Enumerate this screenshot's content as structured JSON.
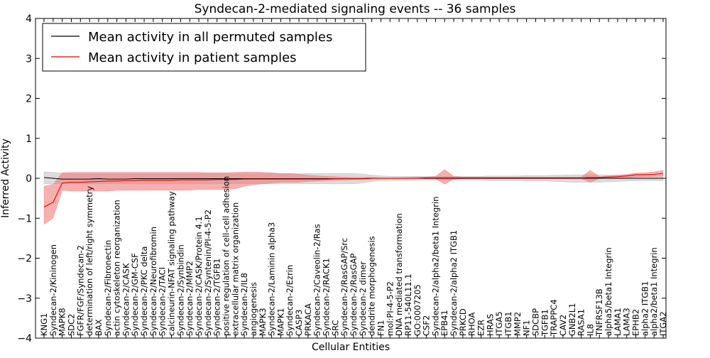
{
  "chart_data": {
    "type": "line",
    "title": "Syndecan-2-mediated signaling events -- 36 samples",
    "xlabel": "Cellular Entities",
    "ylabel": "Inferred Activity",
    "ylim": [
      -4,
      4
    ],
    "yticks": [
      -4,
      -3,
      -2,
      -1,
      0,
      1,
      2,
      3,
      4
    ],
    "grid": false,
    "legend_position": "top-left",
    "categories": [
      "KNG1",
      "Syndecan-2/Kininogen",
      "MAPK8",
      "SDC2",
      "FGFR/FGF/Syndecan-2",
      "determination of left/right symmetry",
      "BAX",
      "Syndecan-2/Fibronectin",
      "actin cytoskeleton reorganization",
      "Syndecan-2/CASK",
      "Syndecan-2/GM-CSF",
      "Syndecan-2/PKC delta",
      "Syndecan-2/Neurofibromin",
      "Syndecan-2/TACI",
      "calcineurin-NFAT signaling pathway",
      "Syndecan-2/Synbindin",
      "Syndecan-2/MMP2",
      "Syndecan-2/CASK/Protein 4.1",
      "Syndecan-2/Syntenin/PI-4-5-P2",
      "Syndecan-2/TGFB1",
      "positive regulation of cell-cell adhesion",
      "extracellular matrix organization",
      "Syndecan-2/IL8",
      "angiogenesis",
      "MAPK3",
      "Syndecan-2/Laminin alpha3",
      "MAPK1",
      "Syndecan-2/Ezrin",
      "CASP3",
      "PRKACA",
      "Syndecan-2/Caveolin-2/Ras",
      "Syndecan-2/RACK1",
      "SRC",
      "Syndecan-2/RasGAP/Src",
      "Syndecan-2/RasGAP",
      "Syndecan-2 dimer",
      "dendrite morphogenesis",
      "FN1",
      "mol:PI-4-5-P2",
      "DNA mediated transformation",
      "RP11-540L11.1",
      "GO:0007205",
      "CSF2",
      "Syndecan-2/alpha2/beta1 Integrin",
      "EPB41",
      "Syndecan-2/alpha2 ITGB1",
      "PRKCD",
      "RHOA",
      "EZR",
      "HRAS",
      "ITGA5",
      "ITGB1",
      "MMP2",
      "NF1",
      "SDCBP",
      "TGFB1",
      "TRAPPC4",
      "CAV2",
      "GNB2L1",
      "RASA1",
      "IL8",
      "TNFRSF13B",
      "alpha5/beta1 Integrin",
      "LAMA1",
      "LAMA3",
      "EPHB2",
      "alpha2 ITGB1",
      "alpha2/beta1 Integrin",
      "ITGA2"
    ],
    "series": [
      {
        "name": "Mean activity in all permuted samples",
        "color": "#000000",
        "band_color": "#b0b0b0",
        "values": [
          0.02,
          0.0,
          -0.02,
          -0.02,
          -0.02,
          -0.02,
          -0.01,
          -0.02,
          -0.02,
          -0.02,
          -0.01,
          -0.01,
          -0.01,
          -0.01,
          -0.01,
          -0.01,
          -0.01,
          -0.01,
          -0.01,
          -0.01,
          -0.01,
          -0.01,
          -0.01,
          -0.01,
          -0.01,
          -0.01,
          -0.01,
          -0.01,
          -0.01,
          -0.01,
          -0.01,
          -0.01,
          -0.01,
          -0.01,
          -0.01,
          -0.01,
          0.0,
          0.0,
          0.0,
          0.0,
          0.0,
          0.0,
          0.0,
          0.0,
          0.0,
          0.0,
          0.0,
          0.0,
          0.0,
          0.0,
          0.0,
          0.0,
          0.0,
          0.0,
          0.0,
          0.0,
          0.0,
          0.0,
          0.0,
          0.0,
          0.0,
          0.0,
          0.0,
          0.0,
          0.0,
          0.0,
          0.0,
          0.0,
          0.0
        ],
        "lower": [
          -0.14,
          -0.14,
          -0.14,
          -0.14,
          -0.14,
          -0.14,
          -0.14,
          -0.14,
          -0.14,
          -0.14,
          -0.14,
          -0.14,
          -0.14,
          -0.14,
          -0.14,
          -0.14,
          -0.14,
          -0.14,
          -0.14,
          -0.14,
          -0.14,
          -0.14,
          -0.14,
          -0.14,
          -0.14,
          -0.14,
          -0.14,
          -0.14,
          -0.14,
          -0.14,
          -0.14,
          -0.14,
          -0.14,
          -0.14,
          -0.14,
          -0.12,
          -0.08,
          -0.06,
          -0.05,
          -0.05,
          -0.05,
          -0.05,
          -0.05,
          -0.05,
          -0.05,
          -0.05,
          -0.05,
          -0.05,
          -0.05,
          -0.06,
          -0.06,
          -0.06,
          -0.06,
          -0.07,
          -0.07,
          -0.07,
          -0.08,
          -0.09,
          -0.1,
          -0.1,
          -0.1,
          -0.1,
          -0.09,
          -0.08,
          -0.07,
          -0.06,
          -0.06,
          -0.06,
          -0.06
        ],
        "upper": [
          0.16,
          0.15,
          0.13,
          0.12,
          0.12,
          0.12,
          0.12,
          0.12,
          0.12,
          0.12,
          0.12,
          0.12,
          0.12,
          0.12,
          0.12,
          0.12,
          0.12,
          0.12,
          0.12,
          0.12,
          0.12,
          0.12,
          0.12,
          0.12,
          0.12,
          0.12,
          0.12,
          0.12,
          0.12,
          0.12,
          0.12,
          0.12,
          0.12,
          0.12,
          0.12,
          0.11,
          0.08,
          0.06,
          0.05,
          0.05,
          0.05,
          0.05,
          0.05,
          0.05,
          0.05,
          0.05,
          0.05,
          0.05,
          0.05,
          0.06,
          0.06,
          0.06,
          0.06,
          0.07,
          0.07,
          0.07,
          0.08,
          0.08,
          0.09,
          0.09,
          0.09,
          0.09,
          0.08,
          0.08,
          0.07,
          0.06,
          0.06,
          0.06,
          0.06
        ]
      },
      {
        "name": "Mean activity in patient samples",
        "color": "#dd0000",
        "band_color": "#f07070",
        "values": [
          -0.72,
          -0.6,
          -0.12,
          -0.1,
          -0.1,
          -0.09,
          -0.08,
          -0.07,
          -0.07,
          -0.06,
          -0.06,
          -0.05,
          -0.05,
          -0.05,
          -0.05,
          -0.04,
          -0.04,
          -0.04,
          -0.04,
          -0.03,
          -0.03,
          -0.03,
          -0.02,
          -0.02,
          -0.02,
          -0.02,
          -0.02,
          -0.02,
          -0.02,
          -0.02,
          -0.02,
          -0.02,
          -0.01,
          -0.01,
          -0.01,
          -0.01,
          0.0,
          0.0,
          0.0,
          0.0,
          0.0,
          0.0,
          0.01,
          0.01,
          0.01,
          0.01,
          0.01,
          0.01,
          0.01,
          0.01,
          0.01,
          0.01,
          0.01,
          0.01,
          0.01,
          0.01,
          0.01,
          0.01,
          0.01,
          0.01,
          0.02,
          0.02,
          0.03,
          0.04,
          0.06,
          0.09,
          0.09,
          0.1,
          0.12
        ],
        "lower": [
          -1.15,
          -1.0,
          -0.3,
          -0.32,
          -0.32,
          -0.32,
          -0.32,
          -0.32,
          -0.3,
          -0.3,
          -0.3,
          -0.3,
          -0.3,
          -0.3,
          -0.3,
          -0.3,
          -0.3,
          -0.28,
          -0.28,
          -0.28,
          -0.28,
          -0.26,
          -0.2,
          -0.16,
          -0.14,
          -0.12,
          -0.1,
          -0.1,
          -0.1,
          -0.08,
          -0.07,
          -0.06,
          -0.05,
          -0.04,
          -0.03,
          -0.03,
          -0.02,
          -0.01,
          -0.01,
          -0.01,
          -0.01,
          -0.01,
          -0.01,
          -0.01,
          -0.15,
          -0.02,
          -0.01,
          -0.01,
          -0.01,
          -0.01,
          -0.01,
          -0.01,
          -0.01,
          -0.01,
          -0.01,
          -0.01,
          -0.01,
          -0.01,
          -0.01,
          -0.01,
          -0.1,
          -0.01,
          0.0,
          0.01,
          0.02,
          0.03,
          0.04,
          0.05,
          0.05
        ],
        "upper": [
          -0.2,
          -0.15,
          0.14,
          0.15,
          0.15,
          0.15,
          0.15,
          0.15,
          0.15,
          0.15,
          0.15,
          0.15,
          0.15,
          0.15,
          0.15,
          0.15,
          0.15,
          0.15,
          0.14,
          0.14,
          0.14,
          0.15,
          0.16,
          0.16,
          0.15,
          0.14,
          0.12,
          0.12,
          0.1,
          0.08,
          0.06,
          0.05,
          0.04,
          0.03,
          0.02,
          0.02,
          0.02,
          0.01,
          0.01,
          0.01,
          0.02,
          0.03,
          0.03,
          0.05,
          0.22,
          0.05,
          0.03,
          0.03,
          0.03,
          0.03,
          0.03,
          0.03,
          0.03,
          0.03,
          0.03,
          0.03,
          0.03,
          0.03,
          0.03,
          0.03,
          0.2,
          0.04,
          0.06,
          0.08,
          0.1,
          0.13,
          0.14,
          0.16,
          0.2
        ]
      }
    ]
  }
}
